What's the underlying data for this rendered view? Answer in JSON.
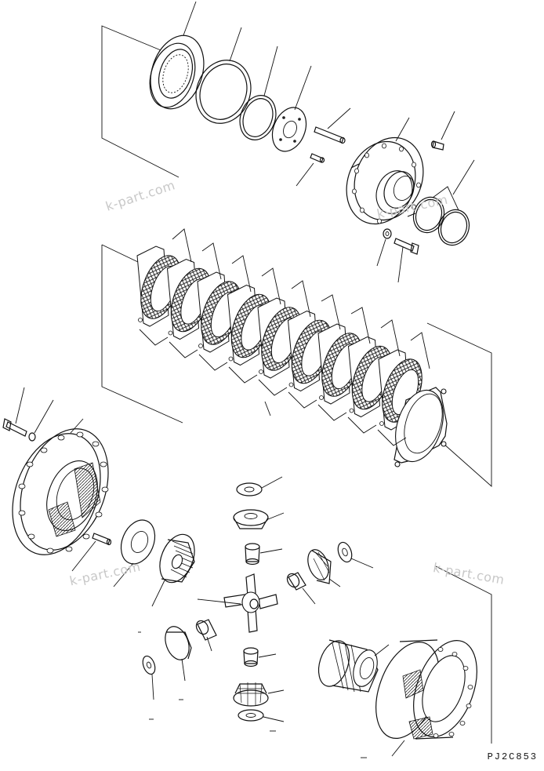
{
  "figure": {
    "drawing_code": "PJ2C853",
    "watermarks": [
      "k-part.com",
      "k-part.com",
      "k-part.com",
      "k-part.com"
    ]
  }
}
